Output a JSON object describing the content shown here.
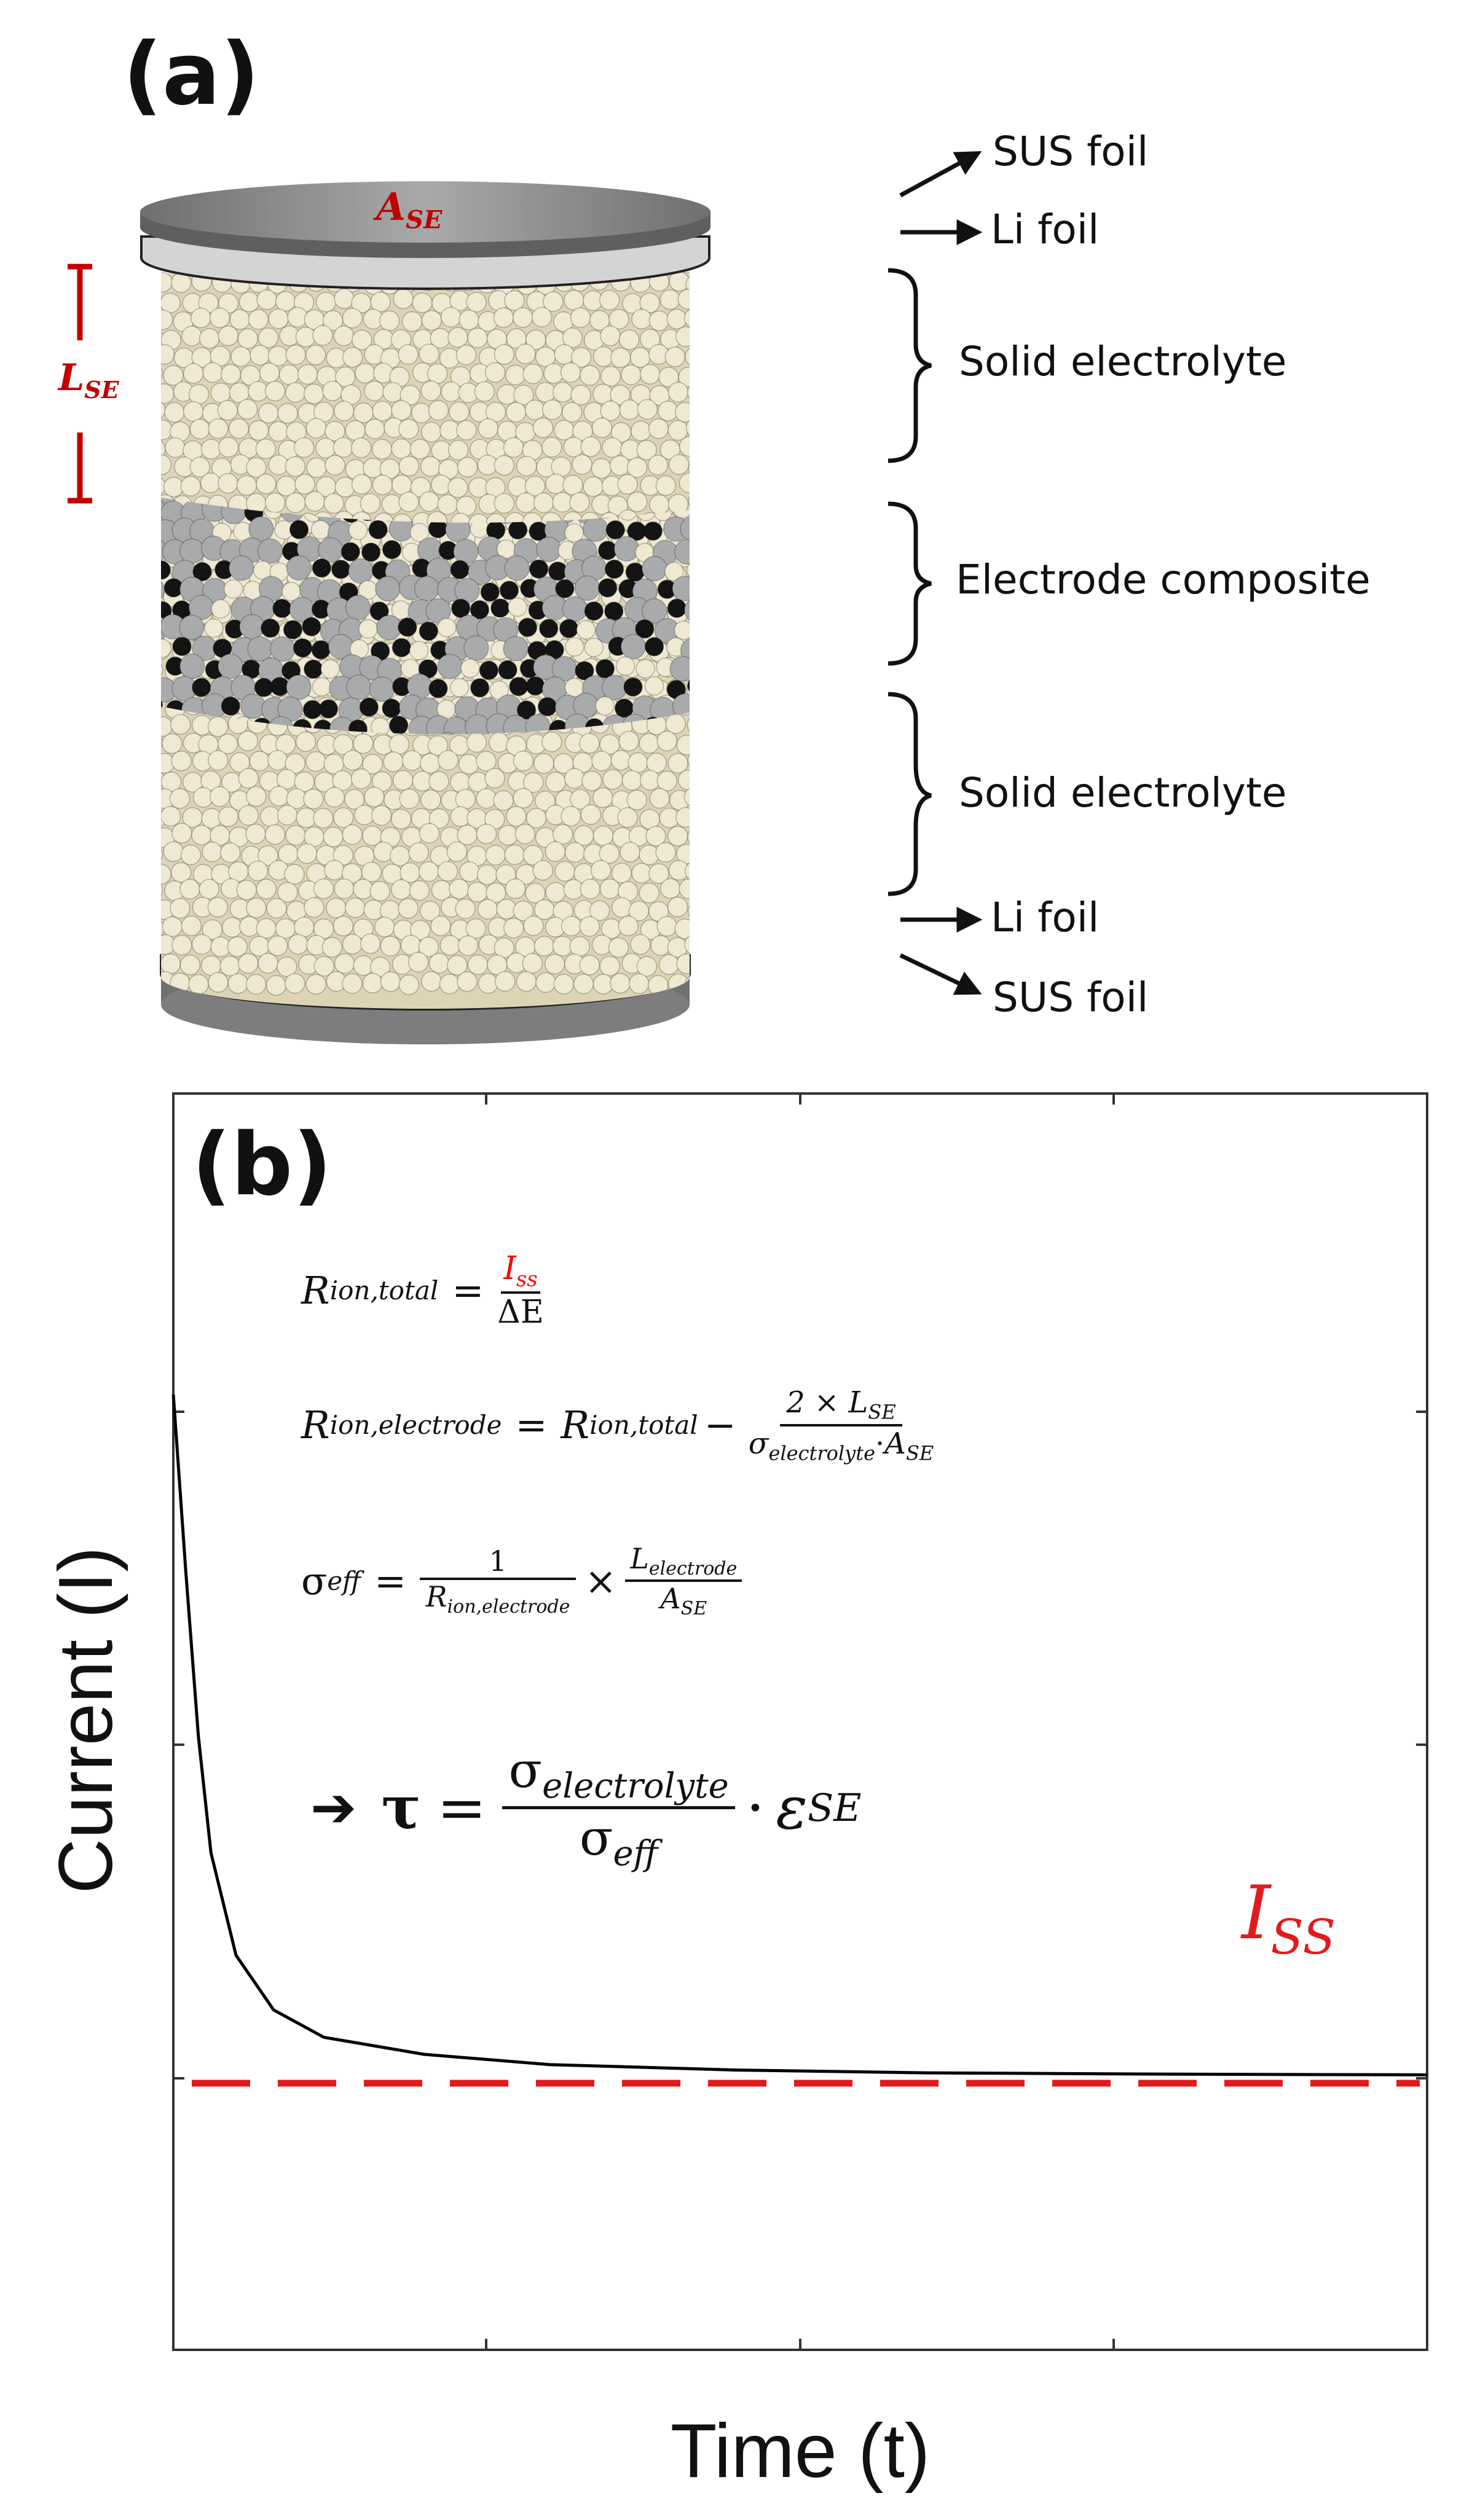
{
  "panel_a": {
    "label": "(a)",
    "area_symbol": {
      "main": "A",
      "sub": "SE"
    },
    "thickness_symbol": {
      "main": "L",
      "sub": "SE"
    },
    "layers": [
      {
        "key": "top_sus",
        "label": "SUS foil"
      },
      {
        "key": "top_li",
        "label": "Li foil"
      },
      {
        "key": "top_se",
        "label": "Solid electrolyte"
      },
      {
        "key": "electrode",
        "label": "Electrode composite"
      },
      {
        "key": "bottom_se",
        "label": "Solid electrolyte"
      },
      {
        "key": "bottom_li",
        "label": "Li foil"
      },
      {
        "key": "bottom_sus",
        "label": "SUS foil"
      }
    ],
    "colors": {
      "electrolyte_particle": "#efe8d2",
      "active_material_particle": "#a8aaab",
      "carbon_particle": "#141414",
      "sus_foil": "#8a8a8a",
      "li_foil": "#dcdcdc",
      "dimension_mark": "#c00000"
    }
  },
  "panel_b": {
    "label": "(b)",
    "equations": {
      "total": {
        "lhs": "R",
        "lhs_sub": "ion,total",
        "num": "I",
        "num_sub": "ss",
        "den": "ΔE"
      },
      "electrode": {
        "lhs": "R",
        "lhs_sub": "ion,electrode",
        "rhs": "R",
        "rhs_sub": "ion,total",
        "num": "2 × L",
        "num_sub": "SE",
        "den_a": "σ",
        "den_a_sub": "electrolyte",
        "den_b": "A",
        "den_b_sub": "SE"
      },
      "sigma_eff": {
        "lhs": "σ",
        "lhs_sub": "eff",
        "num1": "1",
        "den1": "R",
        "den1_sub": "ion,electrode",
        "times": "×",
        "num2": "L",
        "num2_sub": "electrode",
        "den2": "A",
        "den2_sub": "SE"
      },
      "tortuosity": {
        "arrow": "➔",
        "lhs": "τ",
        "num": "σ",
        "num_sub": "electrolyte",
        "den": "σ",
        "den_sub": "eff",
        "dot": "·",
        "tail": "ε",
        "tail_sub": "SE"
      }
    },
    "steady_state_label": {
      "main": "I",
      "sub": "SS"
    },
    "chart_data": {
      "type": "line",
      "xlabel": "Time  (t)",
      "ylabel": "Current  (I)",
      "series": [
        {
          "values": [
            [
              0.0,
              1.0
            ],
            [
              0.01,
              0.74
            ],
            [
              0.02,
              0.5
            ],
            [
              0.03,
              0.33
            ],
            [
              0.05,
              0.18
            ],
            [
              0.08,
              0.1
            ],
            [
              0.12,
              0.06
            ],
            [
              0.2,
              0.035
            ],
            [
              0.3,
              0.02
            ],
            [
              0.45,
              0.012
            ],
            [
              0.6,
              0.008
            ],
            [
              0.8,
              0.006
            ],
            [
              1.0,
              0.005
            ]
          ]
        }
      ],
      "steady_state": 0.0,
      "colors": {
        "curve": "#000000",
        "steady_state_line": "#e31a1c"
      }
    }
  }
}
